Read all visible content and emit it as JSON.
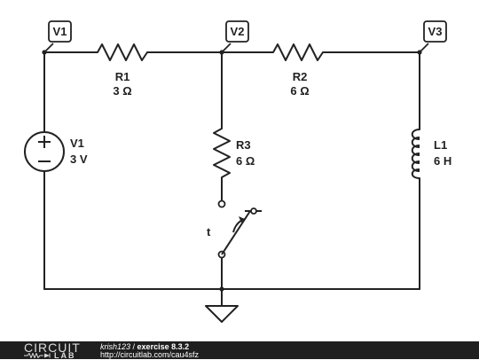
{
  "nodes": {
    "v1": "V1",
    "v2": "V2",
    "v3": "V3"
  },
  "components": {
    "r1": {
      "name": "R1",
      "value": "3 Ω"
    },
    "r2": {
      "name": "R2",
      "value": "6 Ω"
    },
    "r3": {
      "name": "R3",
      "value": "6 Ω"
    },
    "l1": {
      "name": "L1",
      "value": "6 H"
    },
    "source": {
      "name": "V1",
      "value": "3 V"
    },
    "switch": {
      "label": "t"
    }
  },
  "footer": {
    "logo_top": "CIRCUIT",
    "logo_bottom": "LAB",
    "author": "krish123",
    "separator": " / ",
    "title": "exercise 8.3.2",
    "url": "http://circuitlab.com/cau4sfz"
  },
  "colors": {
    "ink": "#222222",
    "footer_bg": "#1f1f1f",
    "background": "#ffffff"
  }
}
